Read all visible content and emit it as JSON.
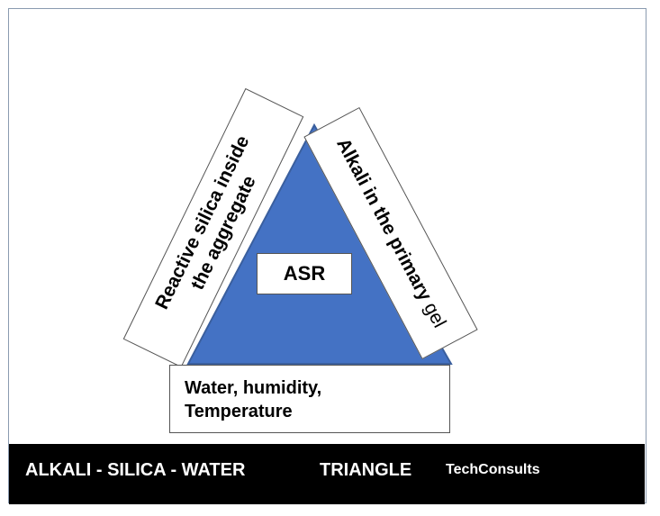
{
  "colors": {
    "triangle_fill": "#4472c4",
    "triangle_stroke": "#3a5f9e",
    "footer_bg": "#000000",
    "footer_text": "#ffffff"
  },
  "center_label": "ASR",
  "left_label": {
    "line1": "Reactive silica inside",
    "line2": "the aggregate"
  },
  "right_label": {
    "bold": "Alkali in the primary",
    "normal": "gel"
  },
  "bottom_label": {
    "line1": "Water, humidity,",
    "line2": "Temperature"
  },
  "footer": {
    "part1": "ALKALI - SILICA - WATER",
    "part2": "TRIANGLE",
    "brand": "TechConsults"
  }
}
